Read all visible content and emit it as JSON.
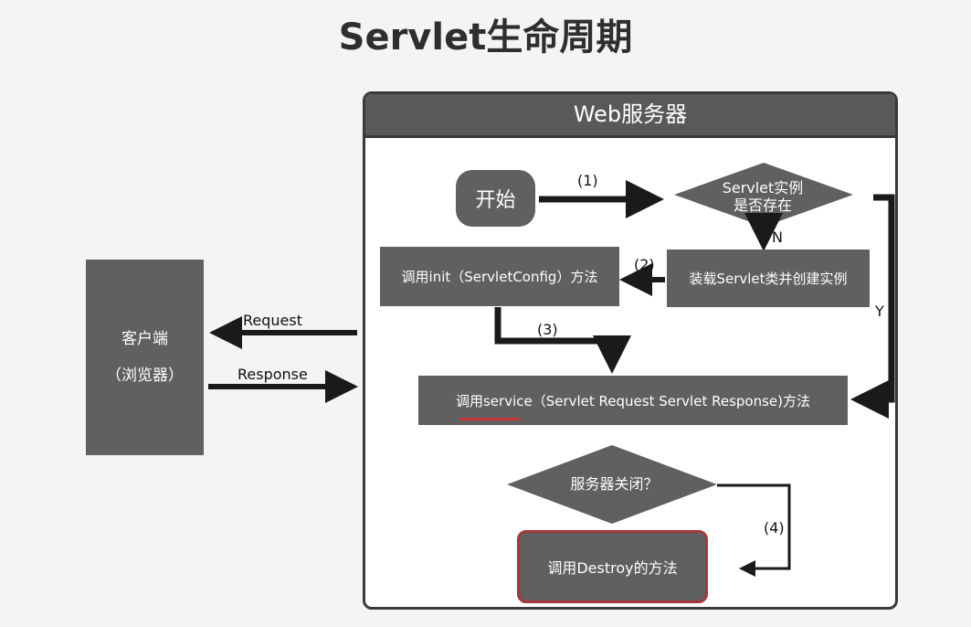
{
  "title": "Servlet生命周期",
  "server": {
    "header": "Web服务器"
  },
  "client": {
    "line1": "客户端",
    "line2": "（浏览器）"
  },
  "nodes": {
    "start": "开始",
    "exists_line1": "Servlet实例",
    "exists_line2": "是否存在",
    "load": "装载Servlet类并创建实例",
    "init": "调用init（ServletConfig）方法",
    "service": "调用service（Servlet Request Servlet Response)方法",
    "shutdown": "服务器关闭？",
    "destroy": "调用Destroy的方法"
  },
  "labels": {
    "step1": "(1)",
    "step2": "(2)",
    "step3": "(3)",
    "step4": "(4)",
    "no": "N",
    "yes": "Y",
    "request": "Request",
    "response": "Response"
  },
  "colors": {
    "box_fill": "#606060",
    "header_fill": "#595959",
    "arrow": "#1a1a1a",
    "highlight_border": "#a4373b",
    "underline": "#c9333a"
  }
}
